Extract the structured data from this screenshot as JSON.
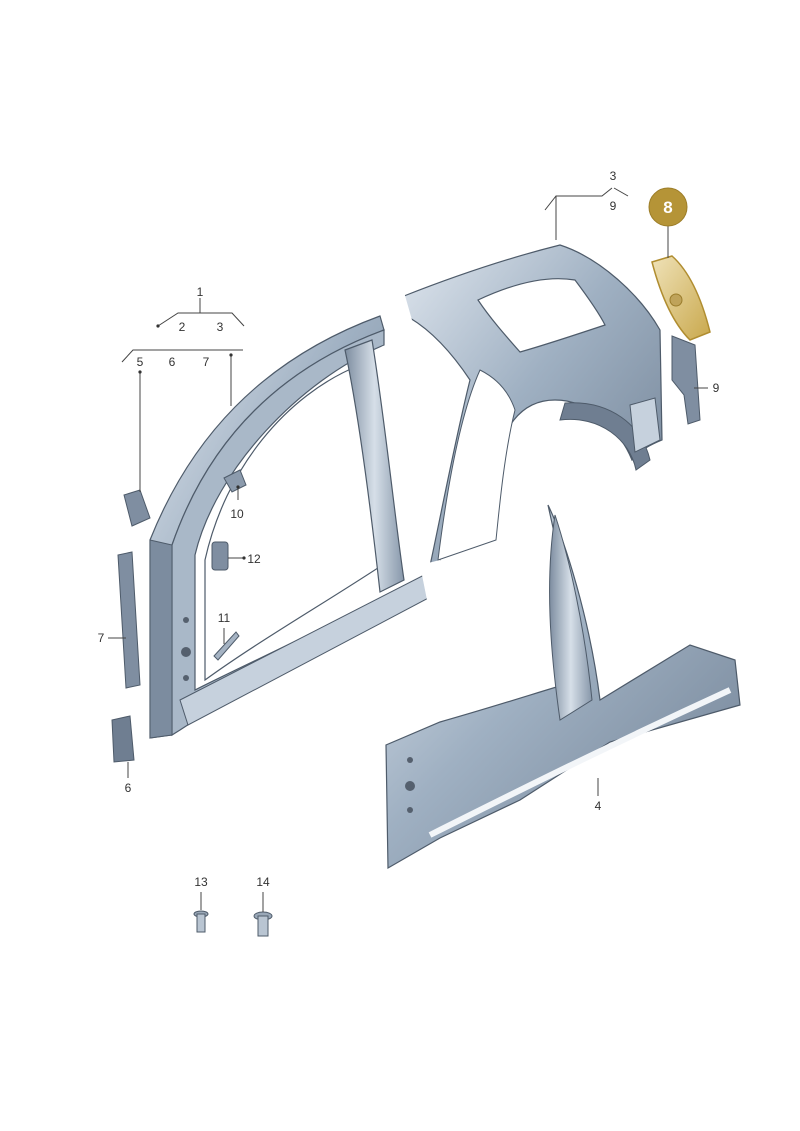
{
  "labels": {
    "l1": "1",
    "l2": "2",
    "l3a": "3",
    "l5": "5",
    "l6a": "6",
    "l7a": "7",
    "l3b": "3",
    "l9a": "9",
    "l8": "8",
    "l9b": "9",
    "l10": "10",
    "l12": "12",
    "l11": "11",
    "l7b": "7",
    "l6b": "6",
    "l4": "4",
    "l13": "13",
    "l14": "14"
  },
  "colors": {
    "panel": "#8a9aad",
    "panel_light": "#c9d3de",
    "panel_highlight": "#eef2f6",
    "panel_dark": "#5d6b7c",
    "highlight": "#c8a64a",
    "highlight_light": "#e8d8a8",
    "badge": "#b59437"
  }
}
